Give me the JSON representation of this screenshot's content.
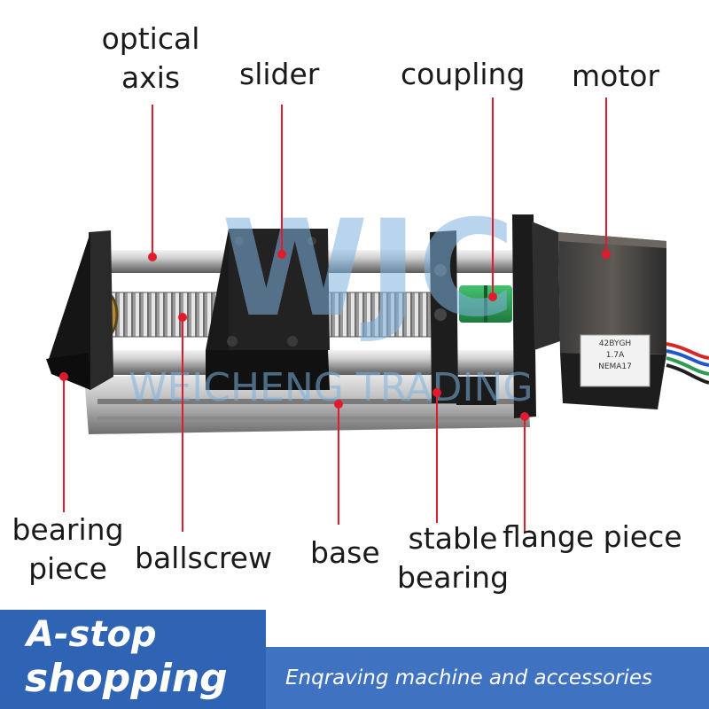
{
  "labels": {
    "optical_axis": [
      "optical",
      "axis"
    ],
    "slider": "slider",
    "coupling": "coupling",
    "motor": "motor",
    "bearing_piece": [
      "bearing",
      "piece"
    ],
    "ballscrew": "ballscrew",
    "base": "base",
    "stable_bearing": [
      "stable",
      "bearing"
    ],
    "flange_piece": "flange piece"
  },
  "watermark": {
    "logo": "WJC",
    "text": "WEICHENG TRADING"
  },
  "motor_sticker": [
    "42BYGH",
    "1.7A",
    "NEMA17"
  ],
  "banner": {
    "slogan_line1": "A-stop",
    "slogan_line2": "shopping",
    "subtitle": "Enqraving machine and accessories"
  },
  "colors": {
    "leader_line": "#e21b2c",
    "banner_blue": "#2f63b4",
    "banner_light": "#4a80cc",
    "coupling_green": "#2e9b52",
    "watermark": "#7fb3e0"
  }
}
